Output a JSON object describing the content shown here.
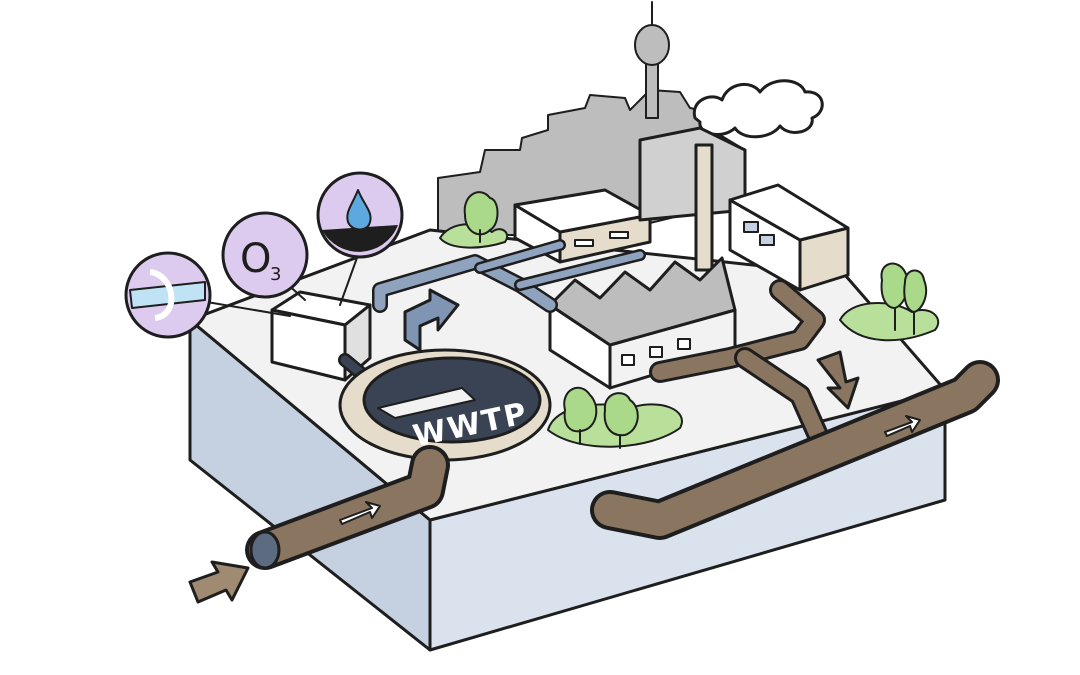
{
  "plant_label": "WWTP",
  "ozone_symbol": "O",
  "ozone_subscript": "3",
  "icons": [
    "membrane-filtration-icon",
    "ozone-icon",
    "water-drop-icon",
    "right-arrow-icon",
    "down-arrow-icon",
    "inflow-arrow-icon"
  ],
  "colors": {
    "tank": "#d9e2ed",
    "pipe_brown": "#8a7560",
    "pipe_gray": "#5d6b80",
    "skyline": "#bdbdbd",
    "treatment_circle_purple": "#dccbee",
    "clarifier_dark": "#3a4353",
    "greenery": "#a9d989"
  }
}
